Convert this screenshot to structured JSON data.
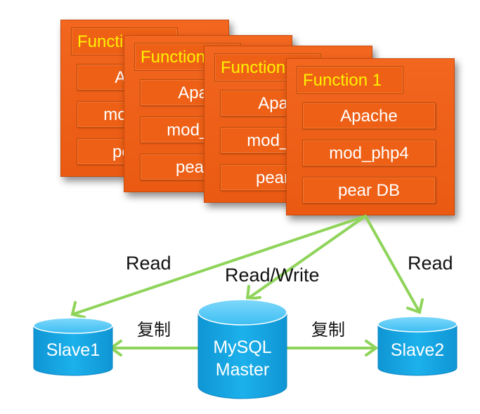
{
  "function_cards": [
    {
      "title": "Function 1",
      "components": [
        "Apache",
        "mod_php4",
        "pear DB"
      ]
    },
    {
      "title": "Function 1",
      "components": [
        "Apache",
        "mod_php4",
        "pear DB"
      ]
    },
    {
      "title": "Function 1",
      "components": [
        "Apache",
        "mod_php4",
        "pear DB"
      ]
    },
    {
      "title": "Function 1",
      "components": [
        "Apache",
        "mod_php4",
        "pear DB"
      ]
    }
  ],
  "edges": {
    "read_left": "Read",
    "read_write": "Read/Write",
    "read_right": "Read",
    "replicate_left": "复制",
    "replicate_right": "复制"
  },
  "databases": {
    "slave1": "Slave1",
    "master_line1": "MySQL",
    "master_line2": "Master",
    "slave2": "Slave2"
  },
  "colors": {
    "card_orange": "#ea5a12",
    "title_yellow": "#fff200",
    "arrow_green": "#8fd45a",
    "db_blue": "#1aa9e5"
  }
}
